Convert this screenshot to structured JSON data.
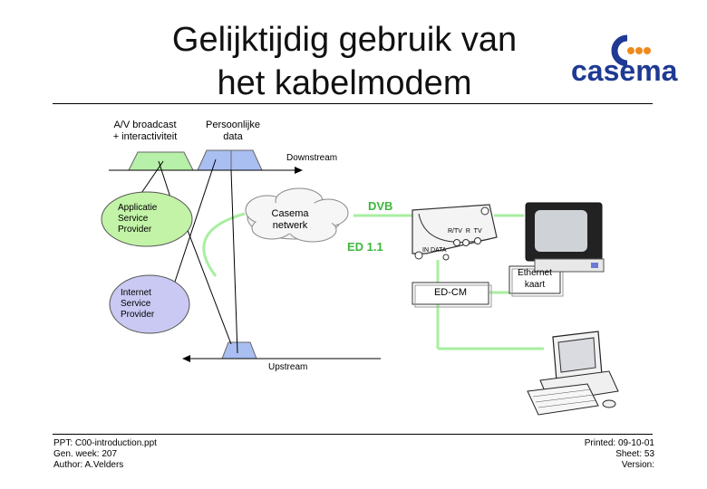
{
  "header": {
    "title_line1": "Gelijktijdig gebruik van",
    "title_line2": "het kabelmodem",
    "logo_text": "casema"
  },
  "diagram": {
    "av_broadcast_line1": "A/V broadcast",
    "av_broadcast_line2": "+ interactiviteit",
    "persoonlijke_line1": "Persoonlijke",
    "persoonlijke_line2": "data",
    "downstream": "Downstream",
    "upstream": "Upstream",
    "asp_line1": "Applicatie",
    "asp_line2": "Service",
    "asp_line3": "Provider",
    "isp_line1": "Internet",
    "isp_line2": "Service",
    "isp_line3": "Provider",
    "casema_line1": "Casema",
    "casema_line2": "netwerk",
    "dvb": "DVB",
    "ed11": "ED 1.1",
    "edcm": "ED-CM",
    "ethernet_line1": "Ethernet",
    "ethernet_line2": "kaart",
    "stb_label_rtv": "R/TV",
    "stb_label_r": "R",
    "stb_label_tv": "TV",
    "stb_label_indata": "IN DATA"
  },
  "footer": {
    "left_line1": "PPT: C00-introduction.ppt",
    "left_line2": "Gen. week: 207",
    "left_line3": "Author: A.Velders",
    "right_line1": "Printed: 09-10-01",
    "right_line2": "Sheet: 53",
    "right_line3": "Version:"
  },
  "colors": {
    "green_tray": "#b7f0a8",
    "blue_tray": "#a9bff2",
    "asp_fill": "#c2f3a7",
    "isp_fill": "#c9c9f3",
    "green_line": "#a8eea0",
    "logo_blue": "#1f3a93",
    "logo_orange": "#f08a1c",
    "dvb_green": "#3cb83c"
  }
}
